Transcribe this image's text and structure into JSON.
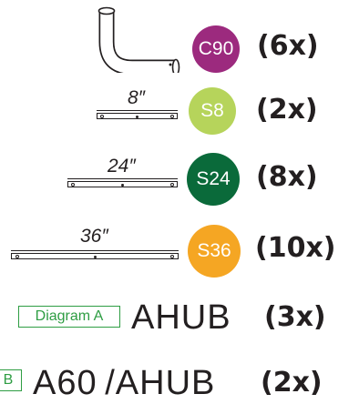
{
  "parts": [
    {
      "code": "C90",
      "qty": "(6x)",
      "color": "#9c2a7e",
      "icon": "elbow-pipe-icon"
    },
    {
      "code": "S8",
      "qty": "(2x)",
      "color": "#b6d45b",
      "length": "8″",
      "icon": "short-strut-icon"
    },
    {
      "code": "S24",
      "qty": "(8x)",
      "color": "#0a6a3a",
      "length": "24″",
      "icon": "medium-strut-icon"
    },
    {
      "code": "S36",
      "qty": "(10x)",
      "color": "#f5a623",
      "length": "36″",
      "icon": "long-strut-icon"
    }
  ],
  "hubs": [
    {
      "diagram": "Diagram A",
      "name": "AHUB",
      "qty": "(3x)"
    },
    {
      "diagram": "B",
      "name": "A60 /AHUB",
      "qty": "(2x)"
    }
  ],
  "colors": {
    "diagram_box": "#2e9d43",
    "ink": "#231f20"
  }
}
